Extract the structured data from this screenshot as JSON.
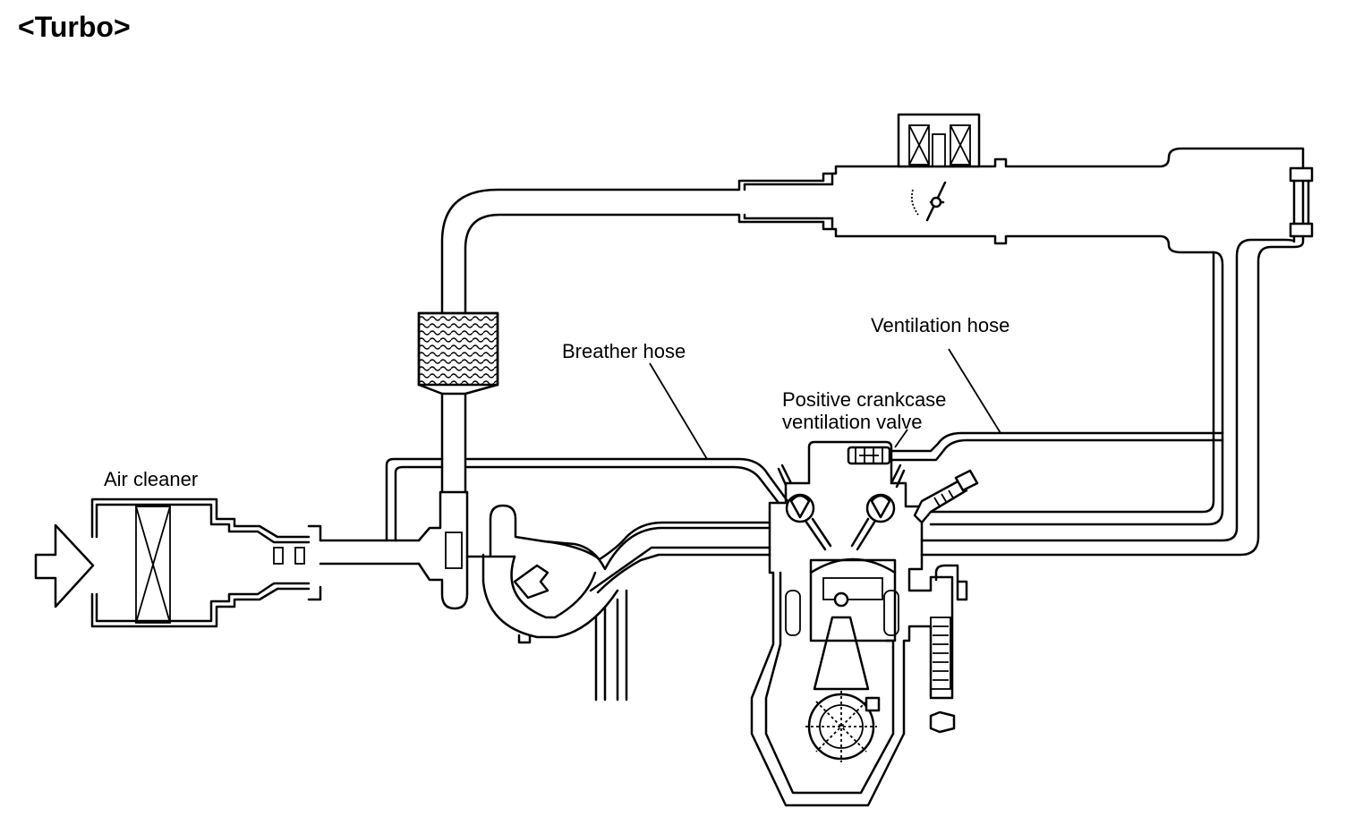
{
  "title": "<Turbo>",
  "labels": {
    "air_cleaner": "Air cleaner",
    "breather_hose": "Breather hose",
    "ventilation_hose": "Ventilation hose",
    "pcv_valve_line1": "Positive crankcase",
    "pcv_valve_line2": "ventilation valve"
  },
  "colors": {
    "line": "#000000",
    "background": "#ffffff"
  }
}
